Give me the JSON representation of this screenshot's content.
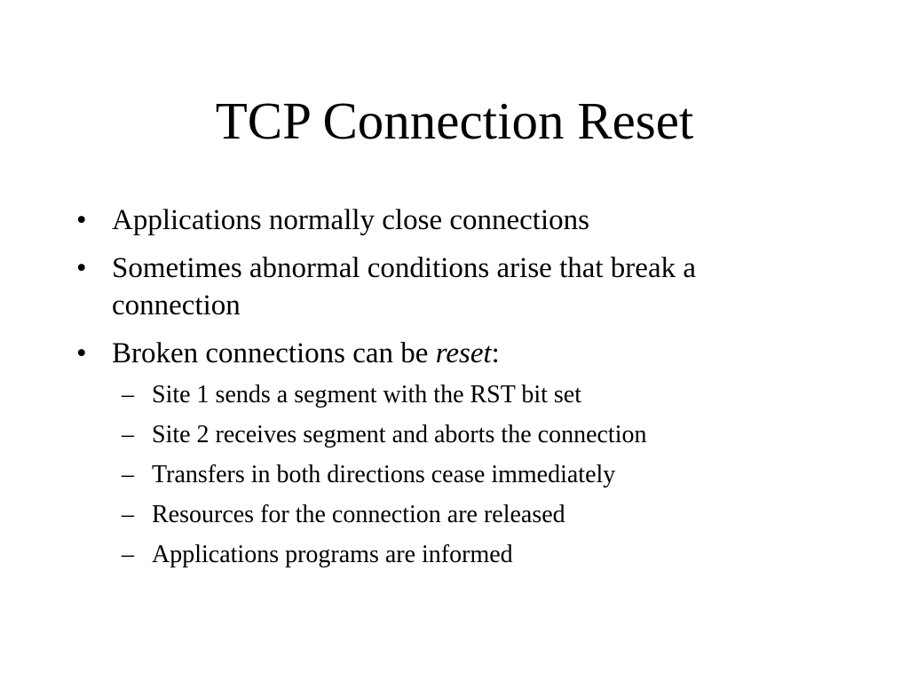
{
  "slide": {
    "title": "TCP Connection Reset",
    "bullets": [
      {
        "marker": "•",
        "text": "Applications normally close connections"
      },
      {
        "marker": "•",
        "line1": "Sometimes abnormal conditions arise that break a",
        "line2": "connection"
      },
      {
        "marker": "•",
        "prefix": "Broken connections can be ",
        "emphasis": "reset",
        "suffix": ":"
      }
    ],
    "subbullets": [
      {
        "marker": "–",
        "text": "Site 1 sends a segment with the RST bit set"
      },
      {
        "marker": "–",
        "text": "Site 2 receives segment and aborts the connection"
      },
      {
        "marker": "–",
        "text": "Transfers in both directions cease immediately"
      },
      {
        "marker": "–",
        "text": "Resources for the connection are released"
      },
      {
        "marker": "–",
        "text": "Applications programs are informed"
      }
    ]
  }
}
